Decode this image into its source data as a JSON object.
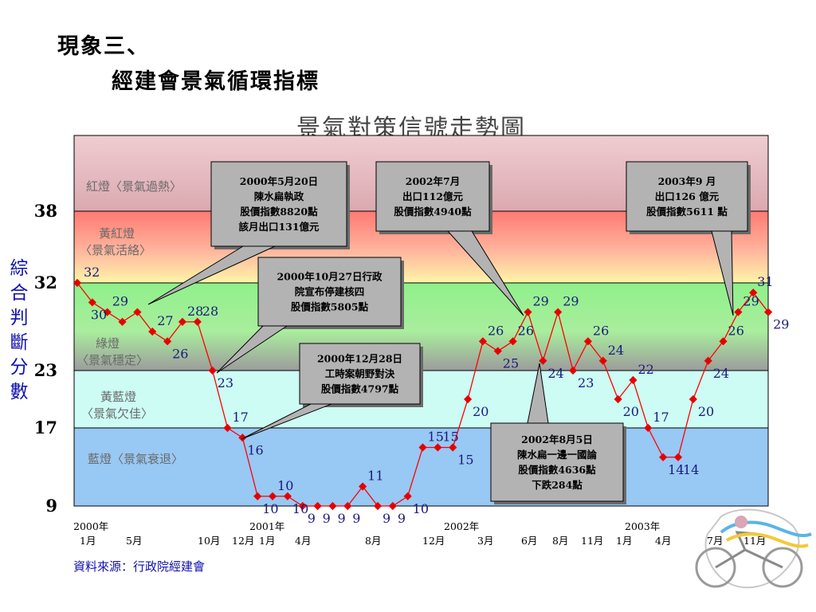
{
  "slide": {
    "title_line1": "現象三、",
    "title_line2": "經建會景氣循環指標",
    "source": "資料來源：行政院經建會",
    "y_label": "綜合判斷分數"
  },
  "chart_data": {
    "type": "line",
    "title": "景氣對策信號走勢圖",
    "ylabel": "綜合判斷分數",
    "ylim": [
      9,
      45
    ],
    "y_ticks": [
      "38",
      "32",
      "23",
      "17",
      "9"
    ],
    "x_tick_labels": [
      "2000年",
      "1月",
      "5月",
      "10月",
      "12月",
      "2001年",
      "1月",
      "4月",
      "8月",
      "12月",
      "2002年",
      "3月",
      "6月",
      "8月",
      "11月",
      "1月",
      "2003年",
      "4月",
      "7月",
      "11月"
    ],
    "bands": [
      {
        "label": "紅燈〈景氣過熱〉",
        "color": "#e7c1c6"
      },
      {
        "label": "黃紅燈〈景氣活絡〉",
        "color": "#ffb7a3"
      },
      {
        "label": "綠燈〈景氣穩定〉",
        "color": "#99f092"
      },
      {
        "label": "黃藍燈〈景氣欠佳〉",
        "color": "#ccfcf4"
      },
      {
        "label": "藍燈〈景氣衰退〉",
        "color": "#98c8f4"
      }
    ],
    "series": [
      {
        "color": "#ff0000",
        "values": [
          32,
          30,
          29,
          28,
          29,
          27,
          26,
          28,
          28,
          23,
          17,
          16,
          10,
          10,
          10,
          9,
          9,
          9,
          9,
          11,
          9,
          9,
          10,
          15,
          15,
          15,
          20,
          26,
          25,
          26,
          29,
          24,
          29,
          23,
          26,
          24,
          20,
          22,
          17,
          14,
          14,
          20,
          24,
          26,
          29,
          31,
          29
        ],
        "labels": [
          "32",
          "30",
          "29",
          "",
          "",
          "27",
          "26",
          "28",
          "28",
          "23",
          "17",
          "16",
          "10",
          "10",
          "10",
          "9",
          "9",
          "9",
          "9",
          "11",
          "9",
          "9",
          "10",
          "15",
          "15",
          "15",
          "20",
          "26",
          "25",
          "26",
          "29",
          "24",
          "29",
          "23",
          "26",
          "24",
          "20",
          "22",
          "17",
          "14",
          "14",
          "20",
          "24",
          "26",
          "29",
          "31",
          "29"
        ]
      }
    ],
    "callouts": [
      [
        "2000年5月20日",
        "陳水扁執政",
        "股價指數8820點",
        "該月出口131億元"
      ],
      [
        "2002年7月",
        "出口112億元",
        "股價指數4940點"
      ],
      [
        "2003年9 月",
        "出口126 億元",
        "股價指數5611 點"
      ],
      [
        "2000年10月27日行政",
        "院宣布停建核四",
        "股價指數5805點"
      ],
      [
        "2000年12月28日",
        "工時案朝野對決",
        "股價指數4797點"
      ],
      [
        "2002年8月5日",
        "陳水扁一邊一國論",
        "股價指數4636點",
        "下跌284點"
      ]
    ],
    "grid": false
  }
}
